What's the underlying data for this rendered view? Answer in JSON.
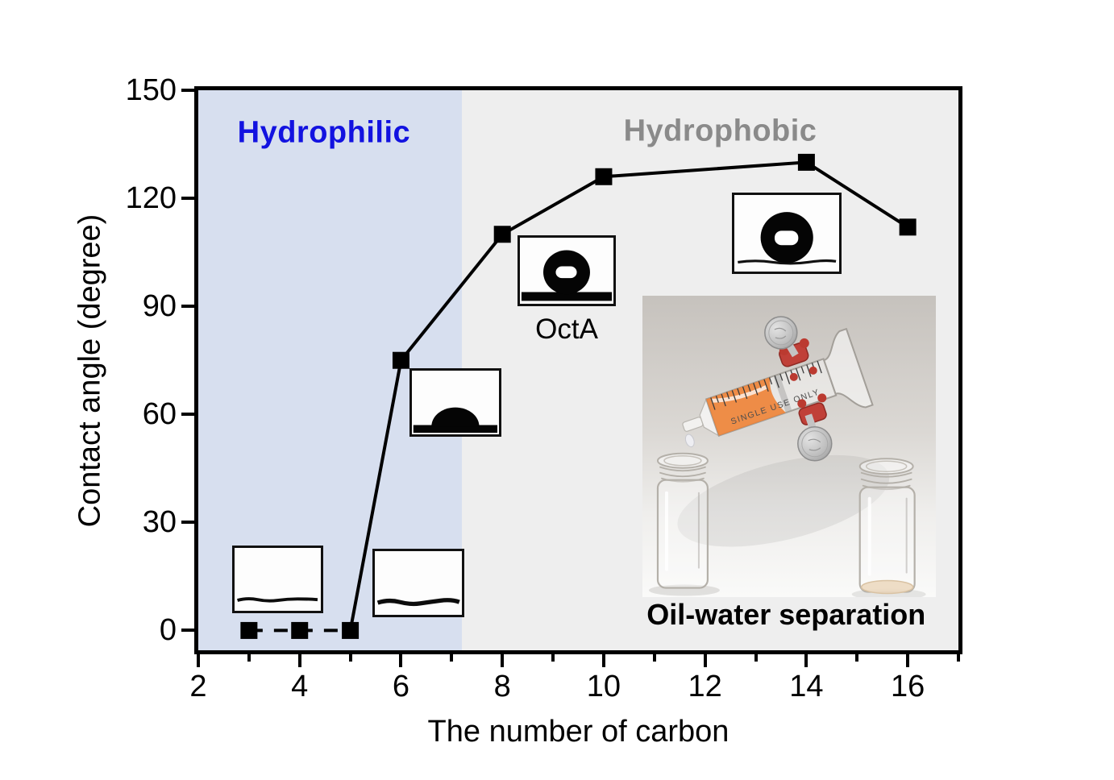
{
  "figure": {
    "background": "#ffffff",
    "frame_color": "#000000"
  },
  "chart_data": {
    "type": "line",
    "series_name": "Contact angle vs carbon number",
    "x": [
      3,
      4,
      5,
      6,
      8,
      10,
      14,
      16
    ],
    "y": [
      0,
      0,
      0,
      75,
      110,
      126,
      130,
      112
    ],
    "marker": "black-square",
    "line_color": "#000000",
    "dashed_segment_through_x": 5,
    "xlabel": "The number of carbon",
    "ylabel": "Contact angle (degree)",
    "xlim": [
      2,
      17
    ],
    "ylim": [
      -5.5,
      150
    ],
    "x_major_ticks": [
      2,
      4,
      6,
      8,
      10,
      12,
      14,
      16
    ],
    "x_minor_ticks": [
      3,
      5,
      7,
      9,
      11,
      13,
      15,
      17
    ],
    "y_ticks": [
      0,
      30,
      60,
      90,
      120,
      150
    ],
    "grid": false,
    "legend": "none",
    "regions": [
      {
        "name": "hydrophilic",
        "label": "Hydrophilic",
        "x_start": 2,
        "x_end": 7.2,
        "fill": "#d7dfef",
        "label_color": "#1212e0",
        "label_x": 4.48,
        "label_y": 138.2
      },
      {
        "name": "hydrophobic",
        "label": "Hydrophobic",
        "x_start": 7.2,
        "x_end": 17,
        "fill": "#eeeeee",
        "label_color": "#8a8a8a",
        "label_x": 12.3,
        "label_y": 138.7
      }
    ],
    "insets": [
      {
        "name": "droplet-spread-left",
        "kind": "spread",
        "x": [
          2.67,
          4.46
        ],
        "y": [
          4.7,
          23.5
        ]
      },
      {
        "name": "droplet-spread-right",
        "kind": "spread2",
        "x": [
          5.43,
          7.25
        ],
        "y": [
          3.6,
          22.6
        ]
      },
      {
        "name": "droplet-dome-75deg",
        "kind": "dome",
        "x": [
          6.17,
          7.98
        ],
        "y": [
          53.7,
          72.7
        ]
      },
      {
        "name": "droplet-ball-octa",
        "kind": "ball-bar",
        "x": [
          8.3,
          10.24
        ],
        "y": [
          90.1,
          109.8
        ]
      },
      {
        "name": "droplet-ball-130deg",
        "kind": "ball-line",
        "x": [
          12.53,
          14.7
        ],
        "y": [
          99.0,
          121.6
        ]
      }
    ],
    "photo": {
      "bounds_x": [
        10.76,
        16.56
      ],
      "bounds_y": [
        9.2,
        93.0
      ],
      "caption_x": 13.6,
      "caption_y": 4.4
    }
  },
  "annotations": {
    "octa_label": "OctA",
    "octa_x": 9.27,
    "octa_y": 83.5,
    "photo_caption": "Oil-water separation"
  },
  "photo_content": {
    "syringe_text": "SINGLE USE ONLY",
    "description_colors": {
      "oil": "#ee8031",
      "clamp_red": "#c04038",
      "coin_silver": "#bdbdbd"
    }
  }
}
